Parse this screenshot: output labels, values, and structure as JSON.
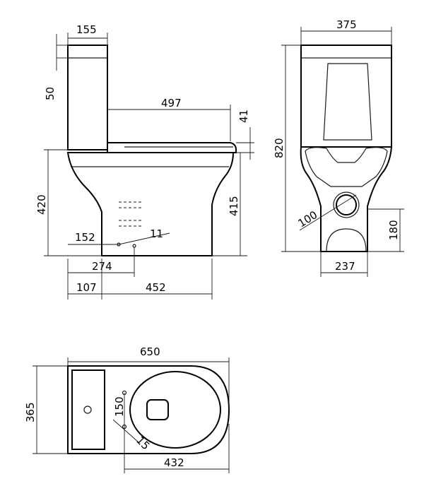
{
  "dimensions": {
    "tank_width": "155",
    "tank_height": "50",
    "seat_length": "497",
    "seat_top_height": "41",
    "height_side": "420",
    "height_rim": "415",
    "outlet_offset": "152",
    "outlet_dia": "11",
    "outlet_distance": "274",
    "back_offset": "107",
    "bowl_base": "452",
    "front_width": "375",
    "total_height": "820",
    "inlet_dia": "100",
    "inlet_height": "180",
    "base_width": "237",
    "total_length": "650",
    "plan_width": "365",
    "bolt_spacing": "150",
    "bolt_dia": "15",
    "bowl_length": "432"
  }
}
